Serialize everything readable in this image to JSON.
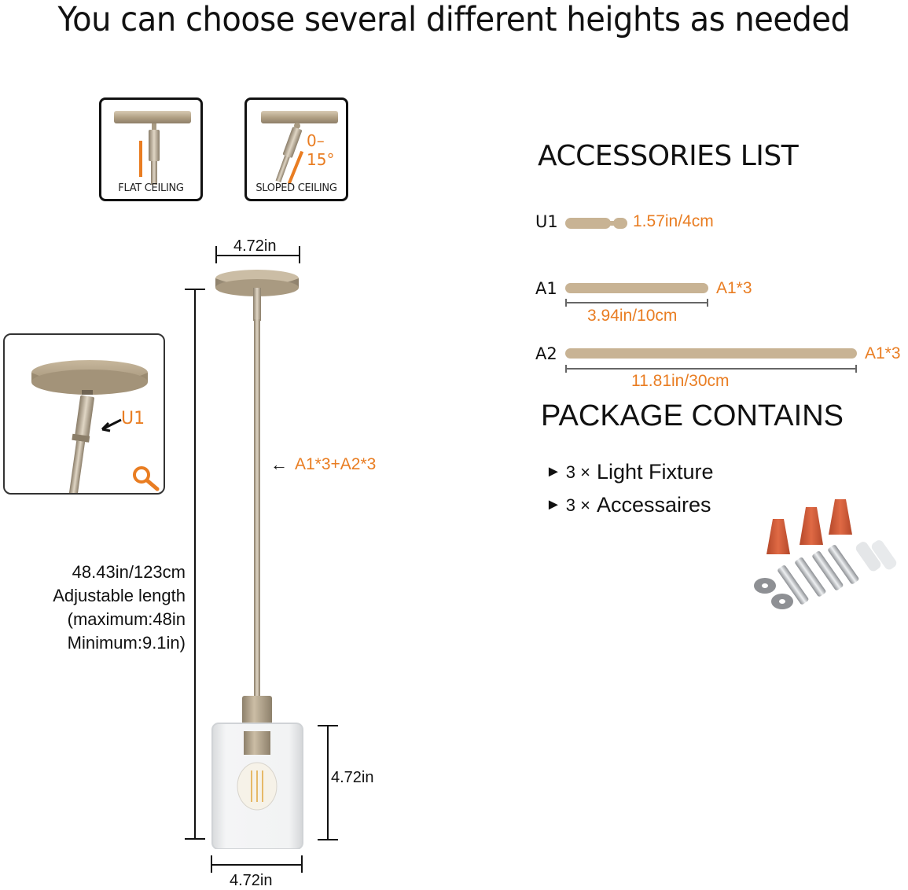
{
  "headline": "You can choose several different heights as needed",
  "ceiling_options": [
    {
      "label": "FLAT CEILING"
    },
    {
      "label": "SLOPED CEILING",
      "angle": "0–15°"
    }
  ],
  "detail_zoom": {
    "callout": "U1",
    "icon": "magnifier-icon"
  },
  "fixture": {
    "canopy_width": "4.72in",
    "rod_callout": "A1*3+A2*3",
    "total_length": {
      "line1": "48.43in/123cm",
      "line2": "Adjustable length",
      "line3": "(maximum:48in",
      "line4": "Minimum:9.1in)"
    },
    "shade_height": "4.72in",
    "shade_width": "4.72in"
  },
  "accessories": {
    "title": "ACCESSORIES LIST",
    "items": [
      {
        "id": "U1",
        "size": "1.57in/4cm"
      },
      {
        "id": "A1",
        "qty": "A1*3",
        "size": "3.94in/10cm"
      },
      {
        "id": "A2",
        "qty": "A1*3",
        "size": "11.81in/30cm"
      }
    ]
  },
  "package": {
    "title": "PACKAGE CONTAINS",
    "items": [
      {
        "bullet": "►",
        "qty": "3 ×",
        "label": "Light Fixture"
      },
      {
        "bullet": "►",
        "qty": "3 ×",
        "label": "Accessaires"
      }
    ]
  },
  "colors": {
    "accent_orange": "#e97d22",
    "brass": "#c8b394",
    "text": "#111111"
  }
}
